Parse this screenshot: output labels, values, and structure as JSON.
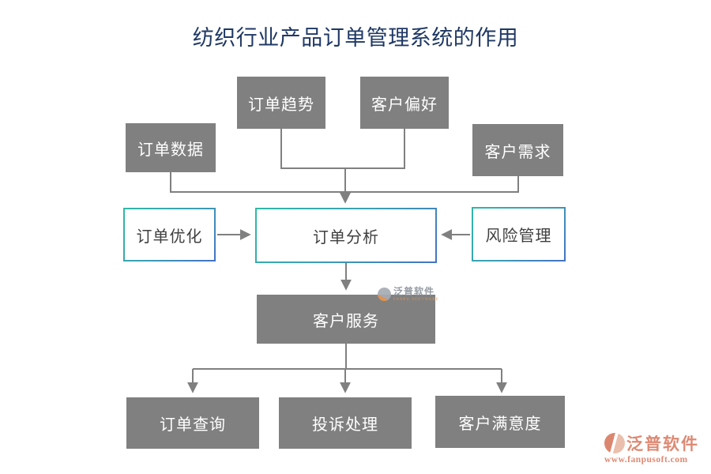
{
  "title": {
    "text": "纺织行业产品订单管理系统的作用",
    "color": "#1F3864"
  },
  "nodes": {
    "order_trend": {
      "label": "订单趋势",
      "style": "gray"
    },
    "customer_preference": {
      "label": "客户偏好",
      "style": "gray"
    },
    "order_data": {
      "label": "订单数据",
      "style": "gray"
    },
    "customer_demand": {
      "label": "客户需求",
      "style": "gray"
    },
    "order_optimization": {
      "label": "订单优化",
      "style": "outlined"
    },
    "order_analysis": {
      "label": "订单分析",
      "style": "outlined"
    },
    "risk_management": {
      "label": "风险管理",
      "style": "outlined"
    },
    "customer_service": {
      "label": "客户服务",
      "style": "gray"
    },
    "order_query": {
      "label": "订单查询",
      "style": "gray"
    },
    "complaint_handling": {
      "label": "投诉处理",
      "style": "gray"
    },
    "customer_satisfaction": {
      "label": "客户满意度",
      "style": "gray"
    }
  },
  "watermark": {
    "name": "泛普软件",
    "subtext": "FANPU SOFTWARE"
  },
  "logo": {
    "brand": "泛普软件",
    "url": "www.fanpusoft.com"
  },
  "colors": {
    "node_gray": "#808080",
    "node_text": "#FFFFFF",
    "outline_teal": "#2FB8A8",
    "outline_blue": "#4472C4",
    "connector_line": "#808080",
    "title_navy": "#1F3864",
    "logo_salmon": "#DE8973",
    "watermark_orange": "#E8964F"
  }
}
